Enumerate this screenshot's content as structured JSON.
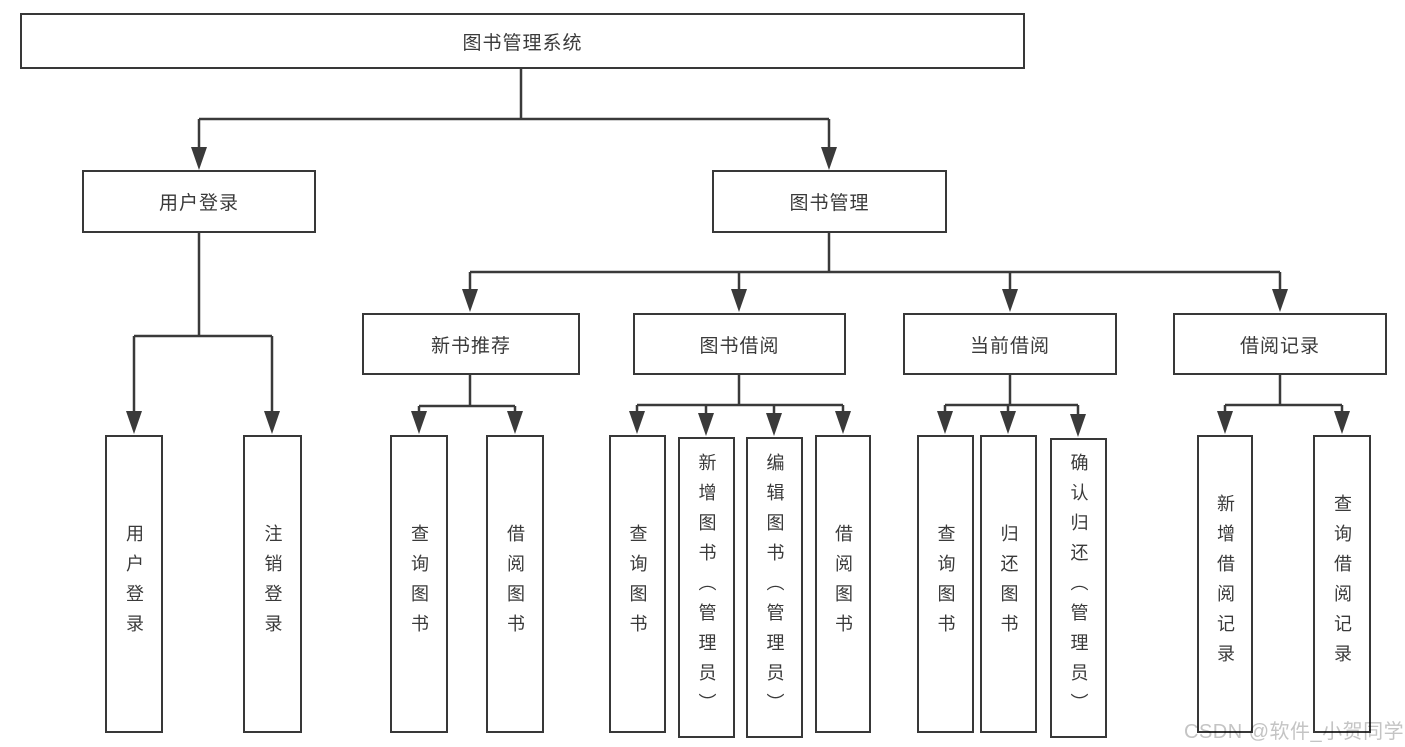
{
  "diagram": {
    "type": "hierarchy",
    "title": "图书管理系统",
    "root": {
      "label": "图书管理系统",
      "children": [
        {
          "label": "用户登录",
          "children": [
            {
              "label": "用户登录"
            },
            {
              "label": "注销登录"
            }
          ]
        },
        {
          "label": "图书管理",
          "children": [
            {
              "label": "新书推荐",
              "children": [
                {
                  "label": "查询图书"
                },
                {
                  "label": "借阅图书"
                }
              ]
            },
            {
              "label": "图书借阅",
              "children": [
                {
                  "label": "查询图书"
                },
                {
                  "label": "新增图书（管理员）"
                },
                {
                  "label": "编辑图书（管理员）"
                },
                {
                  "label": "借阅图书"
                }
              ]
            },
            {
              "label": "当前借阅",
              "children": [
                {
                  "label": "查询图书"
                },
                {
                  "label": "归还图书"
                },
                {
                  "label": "确认归还（管理员）"
                }
              ]
            },
            {
              "label": "借阅记录",
              "children": [
                {
                  "label": "新增借阅记录"
                },
                {
                  "label": "查询借阅记录"
                }
              ]
            }
          ]
        }
      ]
    },
    "colors": {
      "line": "#3a3a3a",
      "box_border": "#383838",
      "text": "#3a3a3a",
      "background": "#ffffff",
      "watermark": "#c4c4c4"
    }
  },
  "watermark": {
    "text": "CSDN @软件_小贺同学"
  }
}
